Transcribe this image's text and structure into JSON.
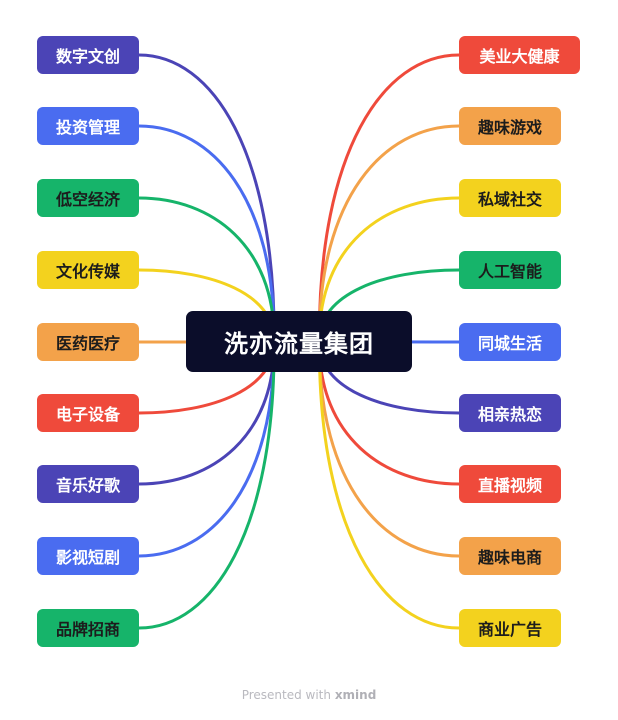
{
  "central": {
    "label": "洗亦流量集团"
  },
  "left_nodes": [
    {
      "id": "left-1",
      "label": "数字文创",
      "color": "#4b44b6",
      "text": "light"
    },
    {
      "id": "left-2",
      "label": "投资管理",
      "color": "#4a6cf0",
      "text": "light"
    },
    {
      "id": "left-3",
      "label": "低空经济",
      "color": "#16b46a",
      "text": "dark"
    },
    {
      "id": "left-4",
      "label": "文化传媒",
      "color": "#f3d21e",
      "text": "dark"
    },
    {
      "id": "left-5",
      "label": "医药医疗",
      "color": "#f3a24a",
      "text": "dark"
    },
    {
      "id": "left-6",
      "label": "电子设备",
      "color": "#ef4a3b",
      "text": "light"
    },
    {
      "id": "left-7",
      "label": "音乐好歌",
      "color": "#4b44b6",
      "text": "light"
    },
    {
      "id": "left-8",
      "label": "影视短剧",
      "color": "#4a6cf0",
      "text": "light"
    },
    {
      "id": "left-9",
      "label": "品牌招商",
      "color": "#16b46a",
      "text": "dark"
    }
  ],
  "right_nodes": [
    {
      "id": "right-1",
      "label": "美业大健康",
      "color": "#ef4a3b",
      "text": "light"
    },
    {
      "id": "right-2",
      "label": "趣味游戏",
      "color": "#f3a24a",
      "text": "dark"
    },
    {
      "id": "right-3",
      "label": "私域社交",
      "color": "#f3d21e",
      "text": "dark"
    },
    {
      "id": "right-4",
      "label": "人工智能",
      "color": "#16b46a",
      "text": "dark"
    },
    {
      "id": "right-5",
      "label": "同城生活",
      "color": "#4a6cf0",
      "text": "light"
    },
    {
      "id": "right-6",
      "label": "相亲热恋",
      "color": "#4b44b6",
      "text": "light"
    },
    {
      "id": "right-7",
      "label": "直播视频",
      "color": "#ef4a3b",
      "text": "light"
    },
    {
      "id": "right-8",
      "label": "趣味电商",
      "color": "#f3a24a",
      "text": "dark"
    },
    {
      "id": "right-9",
      "label": "商业广告",
      "color": "#f3d21e",
      "text": "dark"
    }
  ],
  "footer": {
    "prefix": "Presented with ",
    "brand": "xmind"
  }
}
